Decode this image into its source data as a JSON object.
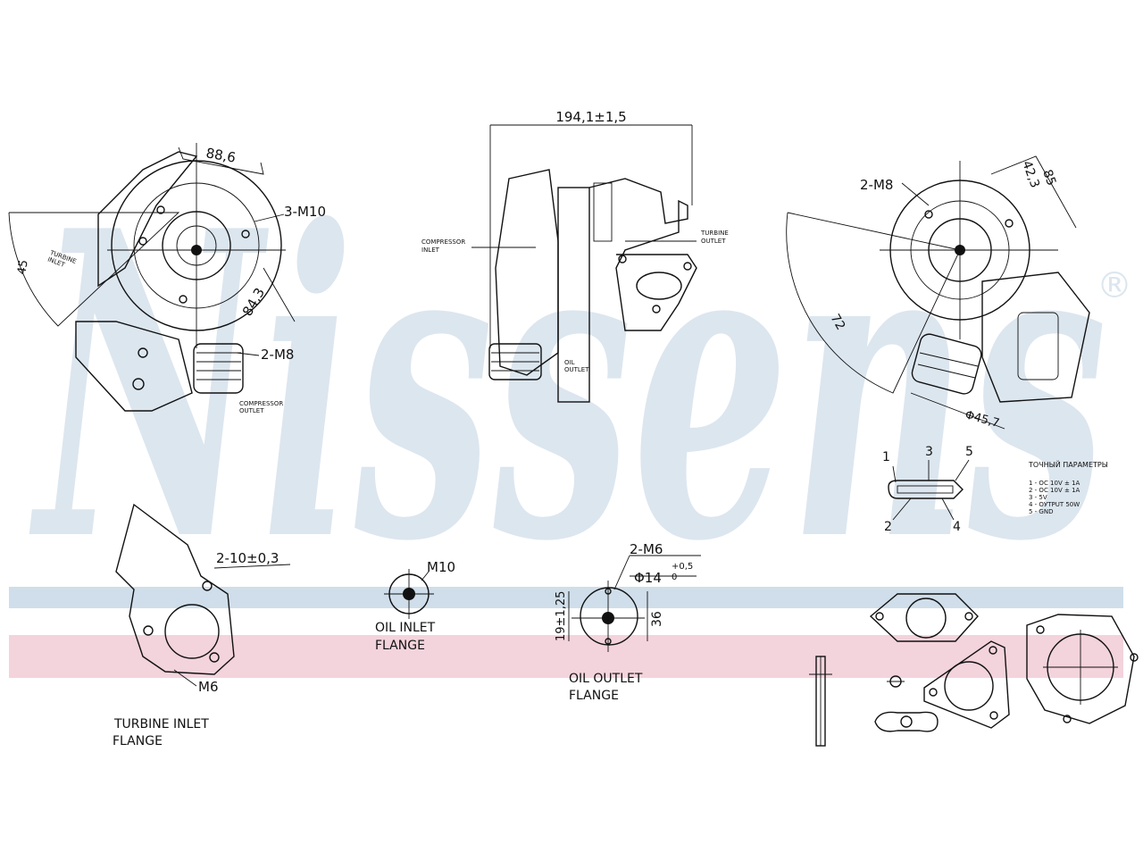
{
  "watermark": {
    "brand": "Nissens",
    "registered": "®"
  },
  "colors": {
    "band_blue": "#cfdeea",
    "band_pink": "#f3d3dc",
    "logo_blue": "#dce6ef",
    "line": "#111111"
  },
  "dimensions": {
    "d88": "88,6",
    "m10_3": "3-M10",
    "m8_2a": "2-M8",
    "d84": "84,3",
    "d45": "45",
    "length": "194,1±1,5",
    "m8_2b": "2-M8",
    "d42": "42,3",
    "d85": "85",
    "d72": "72",
    "d45_7": "Φ45,7",
    "bolt10": "2-10±0,3",
    "m6": "M6",
    "m10": "M10",
    "m6_2": "2-M6",
    "phi14": "Φ14",
    "tol_up": "+0,5",
    "tol_lo": "0",
    "h19": "19±1,25",
    "d36": "36"
  },
  "flanges": {
    "oil_inlet": [
      "OIL INLET",
      "FLANGE"
    ],
    "oil_outlet": [
      "OIL OUTLET",
      "FLANGE"
    ],
    "turbine_inlet": [
      "TURBINE INLET",
      "FLANGE"
    ]
  },
  "small_labels": {
    "turbine_inlet": [
      "TURBINE",
      "INLET"
    ],
    "compressor_outlet": [
      "COMPRESSOR",
      "OUTLET"
    ],
    "compressor_inlet": [
      "COMPRESSOR",
      "INLET"
    ],
    "turbine_outlet": [
      "TURBINE",
      "OUTLET"
    ],
    "oil_outlet": [
      "OIL",
      "OUTLET"
    ]
  },
  "connector": {
    "pins": [
      "1",
      "2",
      "3",
      "4",
      "5"
    ],
    "title": "ТОЧНЫЙ ПАРАМЕТРЫ",
    "notes": [
      "1 - OC 10V ± 1A",
      "2 - OC 10V ± 1A",
      "3 - 5V",
      "4 - ОУТPUT 50W",
      "5 - GND"
    ]
  }
}
